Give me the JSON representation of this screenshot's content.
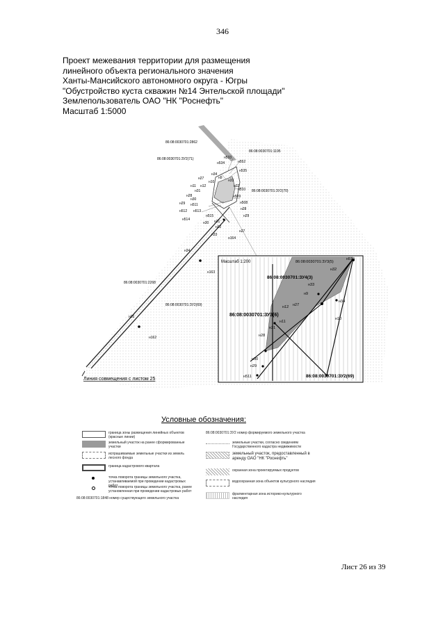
{
  "page": {
    "number": "346",
    "sheet": "Лист 26 из 39"
  },
  "header": {
    "lines": [
      "Проект межевания территории для размещения",
      "линейного объекта регионального значения",
      "Ханты-Мансийского автономного округа - Югры",
      "\"Обустройство куста скважин №14 Энтельской площади\"",
      "Землепользователь ОАО \"НК \"Роснефть\"",
      "Масштаб 1:5000"
    ]
  },
  "map": {
    "labels": {
      "parcel_2862": "86:08:0030701:2862",
      "parcel_1195": "86:08:0030701:1195",
      "zu2_71": "86:08:0030701:ЗУ2(71)",
      "zu2_70": "86:08:0030701:ЗУ2(70)",
      "parcel_2268": "86:08:0030701:2268",
      "zu2_69": "86:08:0030701:ЗУ2(69)",
      "combine_line": "Линия совмещения с листом 25"
    },
    "points": {
      "n533": "н533",
      "n534": "н534",
      "n552": "н552",
      "n535": "н535",
      "n34": "н34",
      "n27": "н27",
      "n9": "н9",
      "n10": "н10",
      "n33": "н33",
      "n11": "н11",
      "n12": "н12",
      "n32": "н32",
      "n510": "н510",
      "n28": "н28",
      "n31": "н31",
      "n30": "н30",
      "n509": "н509",
      "n29": "н29",
      "n511": "н511",
      "n508": "н508",
      "n512": "н512",
      "n513": "н513",
      "n515": "н515",
      "n514": "н514",
      "n164": "н164",
      "n163": "н163",
      "n35": "н35",
      "n162": "н162"
    },
    "inset": {
      "scale": "Масштаб 1:200",
      "zu3_5": "86:08:0030701:ЗУ3(5)",
      "zu4_3": "86:08:0030701:ЗУ4(3)",
      "zu3_6": "86:08:0030701:ЗУ3(6)",
      "zu2_69": "86:08:0030701:ЗУ2(69)",
      "points": {
        "n32": "н32",
        "n510": "н510",
        "n33": "н33",
        "n9": "н9",
        "n27": "н27",
        "n12": "н12",
        "n34": "н34",
        "n10": "н10",
        "n11": "н11",
        "n31": "н31",
        "n28": "н28",
        "n30": "н30",
        "n29": "н29",
        "n511": "н511"
      }
    }
  },
  "legend": {
    "title": "Условные обозначения:",
    "items": {
      "red_lines": "граница зоны размещения линейных объектов (красные линии)",
      "formed_parcel": "земельный участок на ранее сформированные участки",
      "forest_fund": "испрашиваемые земельные участки из земель лесного фонда",
      "cadastral_quarter": "граница кадастрового квартала",
      "turn_point": "точка поворота границы земельного участка, устанавливаемой при проведении кадастровых работ",
      "turn_point_prev": "точка поворота границы земельного участка, ранее установленная при проведении кадастровых работ",
      "existing_number": "86:08:0030701:1848 номер существующего земельного участка",
      "formed_number": "86:08:0030701:ЗУ2 номер формируемого земельного участка",
      "state_cadastre": "земельные участки, согласно сведениям Государственного кадастра недвижимости",
      "rent": "земельный участок, предоставленный в аренду ОАО \"НК \"Роснефть\"",
      "pipeline_zone": "охранная зона проектируемых продуктов",
      "heritage1": "водоохранная зона объектов культурного наследия",
      "heritage2": "фрагментарная зона историко-культурного наследия"
    }
  }
}
